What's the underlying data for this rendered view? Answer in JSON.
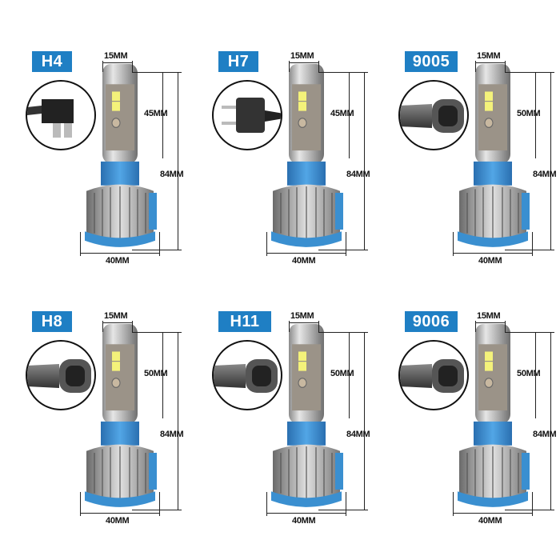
{
  "image": {
    "description": "LED headlight bulb size chart with six socket types",
    "background": "#ffffff",
    "badge_color": "#1f7fc4",
    "accent_blue": "#3a8fd0",
    "oring_color": "#c84a2a"
  },
  "bulbs": [
    {
      "type": "H4",
      "top_width": "15MM",
      "head_height": "45MM",
      "total_height": "84MM",
      "base_width": "40MM",
      "connector": "h4-three-prong-plug-icon"
    },
    {
      "type": "H7",
      "top_width": "15MM",
      "head_height": "45MM",
      "total_height": "84MM",
      "base_width": "40MM",
      "connector": "h7-two-pin-plug-icon"
    },
    {
      "type": "9005",
      "top_width": "15MM",
      "head_height": "50MM",
      "total_height": "84MM",
      "base_width": "40MM",
      "connector": "9005-plug-icon"
    },
    {
      "type": "H8",
      "top_width": "15MM",
      "head_height": "50MM",
      "total_height": "84MM",
      "base_width": "40MM",
      "connector": "h8-plug-icon"
    },
    {
      "type": "H11",
      "top_width": "15MM",
      "head_height": "50MM",
      "total_height": "84MM",
      "base_width": "40MM",
      "connector": "h11-plug-icon"
    },
    {
      "type": "9006",
      "top_width": "15MM",
      "head_height": "50MM",
      "total_height": "84MM",
      "base_width": "40MM",
      "connector": "9006-plug-icon"
    }
  ]
}
